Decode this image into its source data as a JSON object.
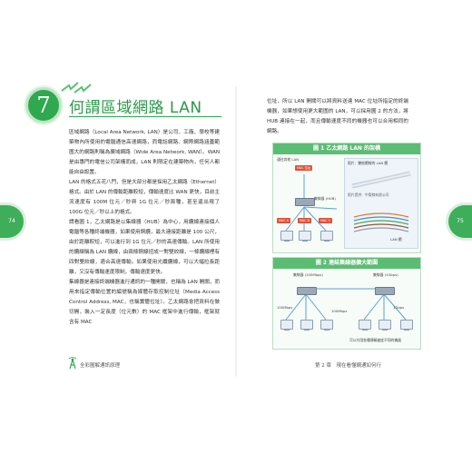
{
  "left_page": {
    "chapter_number": "7",
    "title": "何謂區域網路 LAN",
    "page_number": "74",
    "footer": "全彩圖解通訊原理",
    "paragraphs": [
      "區域網路（Local Area Network, LAN）是公司、工廠、學校等建築物內所使用的電腦通信高速網路，而電話網路、網際網路涵蓋範圍大的網路則稱為廣域網路（Wide Area Network, WAN）。WAN 是由專門的電信公司架構而成，LAN 則限定在建築物內，任何人都能自由設置。",
      "LAN 的格式五花八門，但是大部分都是採用乙太網路（Ethernet）格式。由於 LAN 的傳輸距離較短，傳輸速度比 WAN 更快，目前主流速度有 100M 位元／秒與 1G 位元／秒兩種，甚至還出現了 100G 位元／秒以上的格式。",
      "請看圖 1，乙太網路是以集線器（HUB）為中心，用纜線連接個人電腦等各種終端機器，如果使用銅纜，最大連接距離是 100 公尺，由於距離較短，可以進行到 1G 位元／秒的高速傳輸。LAN 所使用的纜線稱為 LAN 纜線，由兩條銅線扭成一對雙絞線，一條纜線裡有四對雙絞線，適合高速傳輸。如果使用光纖纜線，可以大幅拉長距離，又沒有傳輸速度限制，傳輸速度更快。",
      "集線器是連接終端機器進行通訊的一種開關，也稱為 LAN 開關，而用來指定傳輸位置的編號稱為媒體存取控制位址（Media Access Control Address, MAC，也稱實體位址）。乙太網路會把資料在做切開，裝入一定長度（位元數）的 MAC 框架中進行傳輸，框架就含有 MAC"
    ]
  },
  "right_page": {
    "page_number": "75",
    "footer": "第 2 章　現在看懂網通如何行",
    "paragraphs": [
      "位址，所以 LAN 開關可以將資料送達 MAC 位址所指定的終端機器，如果想使用更大範圍的 LAN，可以採用圖 2 的方法，將 HUB 連接在一起，而且傳輸速度不同的機器也可以合用相同的網路。"
    ],
    "figure1": {
      "title": "圖 1  乙太網路 LAN 的架構",
      "labels": {
        "to_other_lan": "通往其他 LAN",
        "mac_address": "MAC 位址",
        "hub": "集線器\n(HUB)",
        "mac_a": "MAC A",
        "mac_b": "MAC B",
        "mac_c": "MAC C",
        "photo_caption": "照片：雙絞纜線的 LAN 纜",
        "cable_note": "照片提供：中電線有限公司",
        "lan_cable": "LAN 纜"
      }
    },
    "figure2": {
      "title": "圖 2  連結集線器擴大範圍",
      "labels": {
        "hub_left": "集線器\n(100Mbps)",
        "hub_right": "集線器\n(1Gbps)",
        "speed_left": "100Mbps",
        "speed_right": "1Gbps",
        "speed_mid": "100Mbps",
        "caption": "可以共用各種傳輸速度不同的機器"
      }
    }
  }
}
